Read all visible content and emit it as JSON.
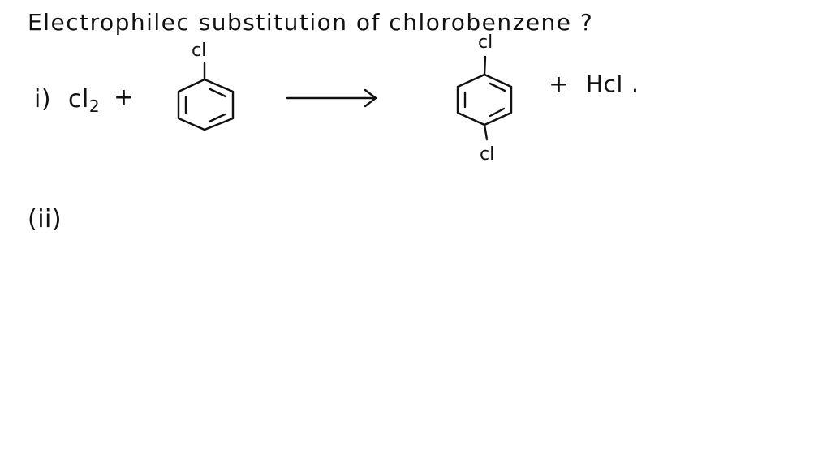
{
  "title": "Electrophilec substitution of chlorobenzene ?",
  "step1": {
    "label": "i)",
    "reagent": "cl",
    "reagent_subscript": "2",
    "plus": "+",
    "reactant_substituent": "cl",
    "product_substituent_top": "cl",
    "product_substituent_bottom": "cl",
    "plus2": "+",
    "byproduct": "Hcl",
    "end_dot": "."
  },
  "step2": {
    "label": "(ii)"
  },
  "colors": {
    "ink": "#111111",
    "background": "#ffffff"
  }
}
